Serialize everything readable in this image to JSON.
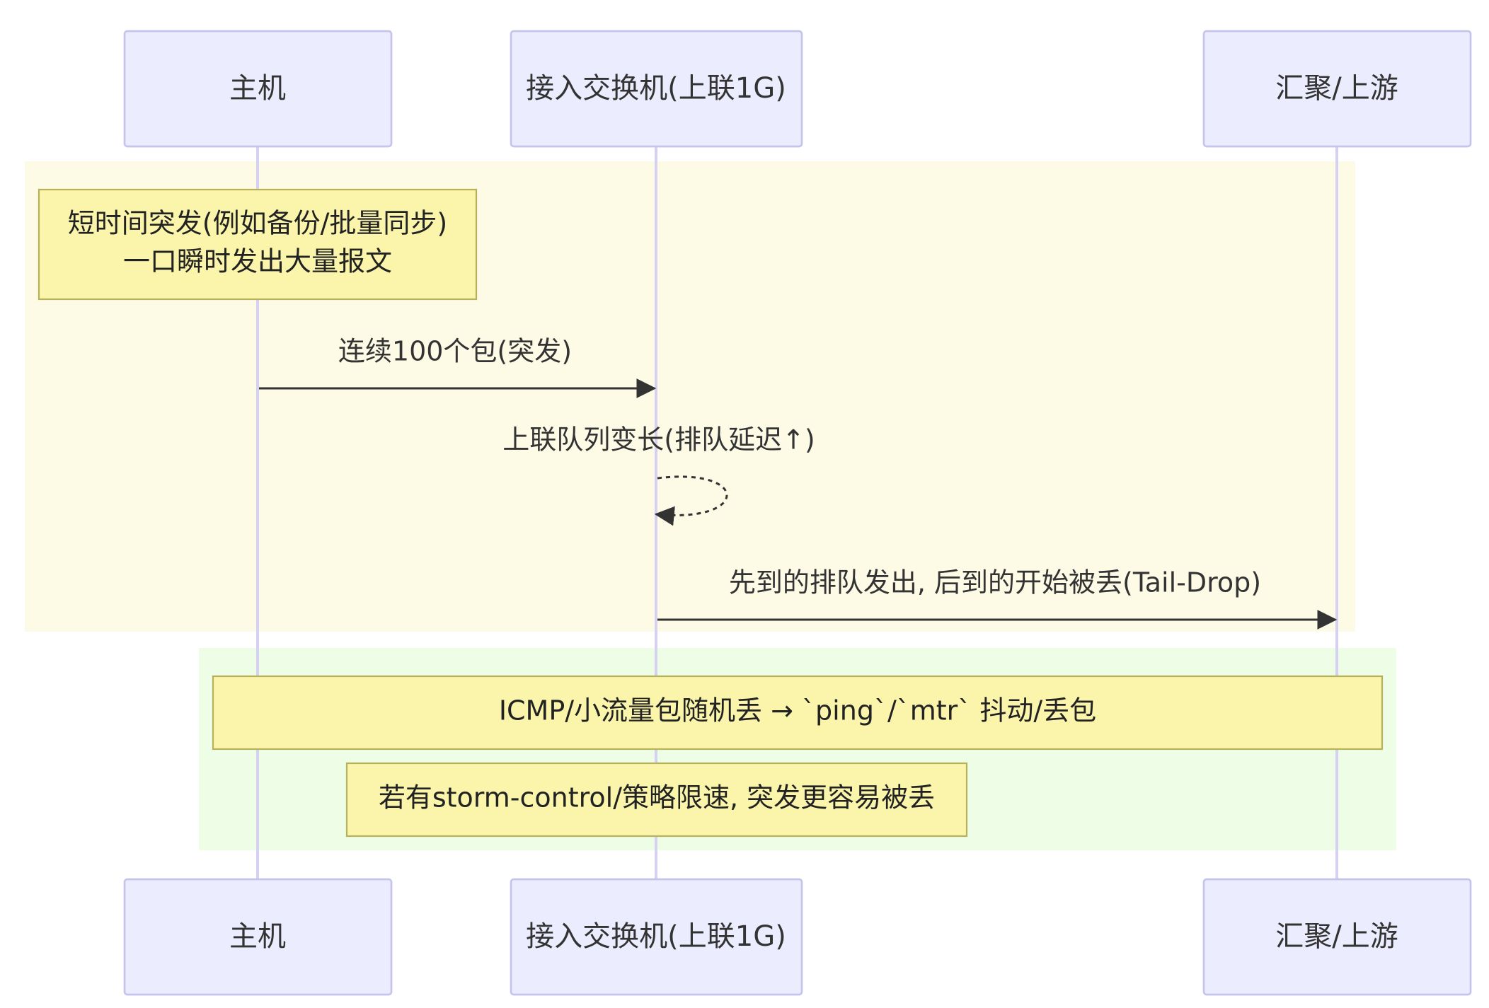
{
  "actors": {
    "host": "主机",
    "access_switch": "接入交换机(上联1G)",
    "upstream": "汇聚/上游"
  },
  "notes": {
    "burst_line1": "短时间突发(例如备份/批量同步)",
    "burst_line2": "一口瞬时发出大量报文",
    "icmp_effect": "ICMP/小流量包随机丢 → `ping`/`mtr` 抖动/丢包",
    "storm_control": "若有storm-control/策略限速, 突发更容易被丢"
  },
  "messages": {
    "burst_packets": "连续100个包(突发)",
    "queue_grows": "上联队列变长(排队延迟↑)",
    "tail_drop": "先到的排队发出, 后到的开始被丢(Tail-Drop)"
  }
}
